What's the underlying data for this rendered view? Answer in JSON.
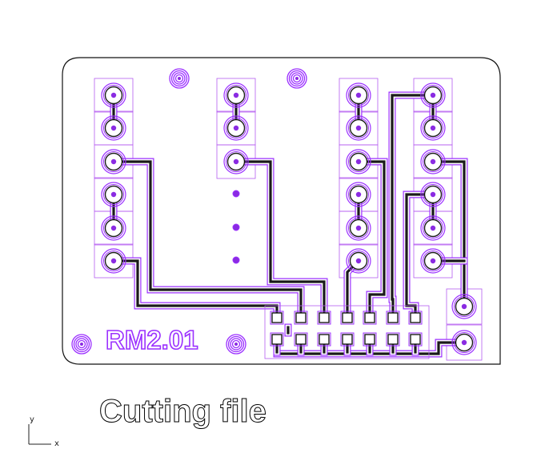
{
  "board": {
    "label": "RM2.01",
    "colors": {
      "outline": "#111111",
      "copper": "#9b30ff",
      "pad_box": "#b55cf0",
      "trace_inner": "#1a1a1a",
      "hole": "#8a2be2"
    }
  },
  "caption": {
    "text": "Cutting file"
  },
  "axes": {
    "x": "x",
    "y": "y"
  },
  "icons": {
    "origin": "axis-origin-icon"
  }
}
